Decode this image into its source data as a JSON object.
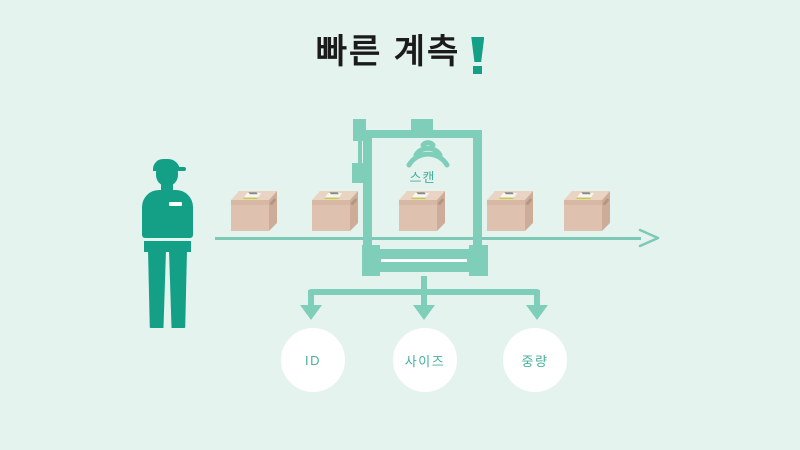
{
  "title": {
    "text": "빠른 계측",
    "mark": "!"
  },
  "scanner": {
    "label": "스캔",
    "signal_icon": "wifi-signal"
  },
  "outputs": [
    {
      "label": "ID"
    },
    {
      "label": "사이즈"
    },
    {
      "label": "중량"
    }
  ],
  "conveyor": {
    "box_count": 5,
    "direction": "right"
  },
  "colors": {
    "background": "#e5f3ee",
    "accent_dark": "#14a086",
    "accent_light": "#7fceba",
    "belt_line": "#7cc9b6",
    "label_teal": "#45b09b",
    "title_text": "#1b1b1b",
    "box_front": "#dec2af",
    "box_side": "#cdad99",
    "box_top": "#e9d4c3"
  }
}
